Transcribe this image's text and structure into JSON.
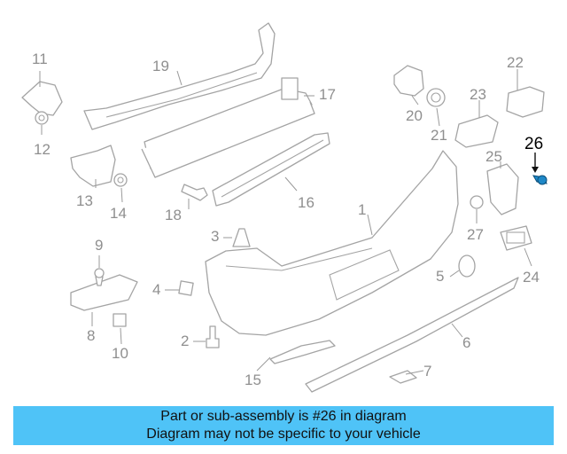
{
  "diagram": {
    "labels": [
      "1",
      "2",
      "3",
      "4",
      "5",
      "6",
      "7",
      "8",
      "9",
      "10",
      "11",
      "12",
      "13",
      "14",
      "15",
      "16",
      "17",
      "18",
      "19",
      "20",
      "21",
      "22",
      "23",
      "24",
      "25",
      "26",
      "27"
    ],
    "highlighted_part": "26"
  },
  "banner": {
    "line1": "Part or sub-assembly is #26 in diagram",
    "line2": "Diagram may not be specific to your vehicle"
  },
  "colors": {
    "banner_bg": "#4fc3f7",
    "part_stroke": "#a4a4a4",
    "label_gray": "#8f8f8f",
    "highlight_blue": "#1e88c7",
    "highlight_text": "#000000"
  }
}
